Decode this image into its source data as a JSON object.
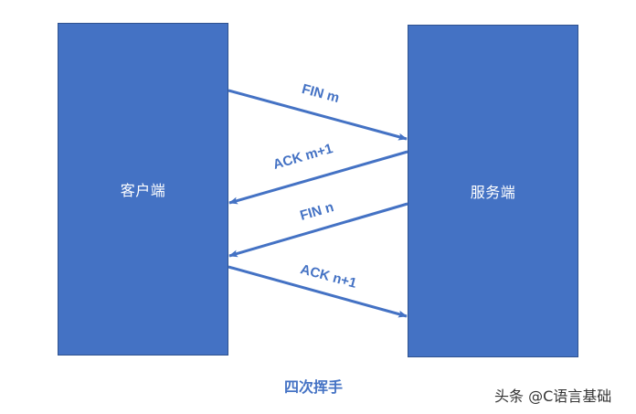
{
  "diagram": {
    "title": "四次挥手",
    "client": {
      "label": "客户端"
    },
    "server": {
      "label": "服务端"
    },
    "messages": [
      {
        "label": "FIN m",
        "direction": "client-to-server"
      },
      {
        "label": "ACK m+1",
        "direction": "server-to-client"
      },
      {
        "label": "FIN n",
        "direction": "server-to-client"
      },
      {
        "label": "ACK n+1",
        "direction": "client-to-server"
      }
    ],
    "colors": {
      "box_fill": "#4472c4",
      "box_border": "#2f528f",
      "arrow": "#4472c4",
      "label_text": "#4472c4",
      "box_text": "#ffffff"
    }
  },
  "watermark": "头条 @C语言基础"
}
